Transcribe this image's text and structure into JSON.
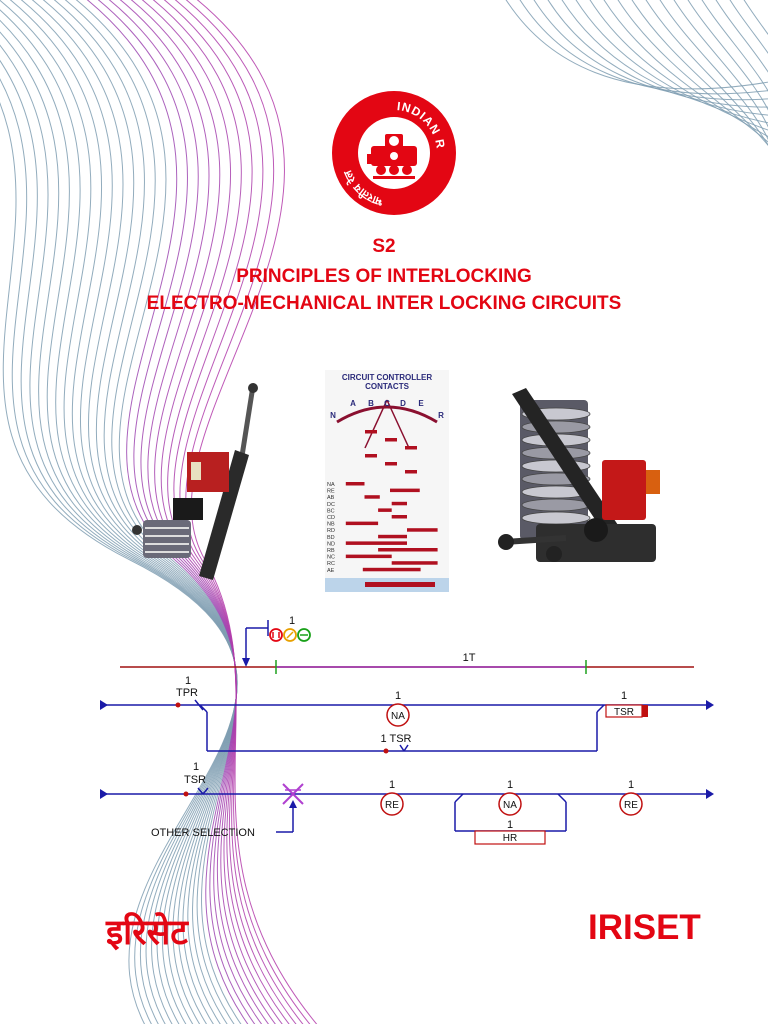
{
  "logo": {
    "text_en": "INDIAN RAILWAYS",
    "text_hi": "भारतीय रेल"
  },
  "cover": {
    "code": "S2",
    "title_line1": "PRINCIPLES OF INTERLOCKING",
    "title_line2": "ELECTRO-MECHANICAL INTER LOCKING CIRCUITS"
  },
  "diagram": {
    "title_line1": "CIRCUIT CONTROLLER",
    "title_line2": "CONTACTS",
    "positions": [
      "N",
      "A",
      "B",
      "C",
      "D",
      "E",
      "R"
    ],
    "rows": [
      "NA",
      "RE",
      "AB",
      "DC",
      "BC",
      "CD",
      "NB",
      "RD",
      "BD",
      "ND",
      "RB",
      "NC",
      "RC",
      "AE"
    ]
  },
  "circuit": {
    "signal_label": "1",
    "track_label": "1T",
    "tpr_num": "1",
    "tpr_label": "TPR",
    "na1_num": "1",
    "na1_label": "NA",
    "tsr_right_num": "1",
    "tsr_right_label": "TSR",
    "tsr_bottom_label": "1 TSR",
    "tsr_left_num": "1",
    "tsr_left_label": "TSR",
    "re1_num": "1",
    "re1_label": "RE",
    "na2_num": "1",
    "na2_label": "NA",
    "re2_num": "1",
    "re2_label": "RE",
    "hr_num": "1",
    "hr_label": "HR",
    "other_selection": "OTHER SELECTION"
  },
  "footer": {
    "hindi": "इरिसेट",
    "english": "IRISET"
  },
  "colors": {
    "red": "#e30613",
    "circuit_blue": "#1a1aa8",
    "track_red": "#a01010",
    "purple": "#9a36b8"
  }
}
